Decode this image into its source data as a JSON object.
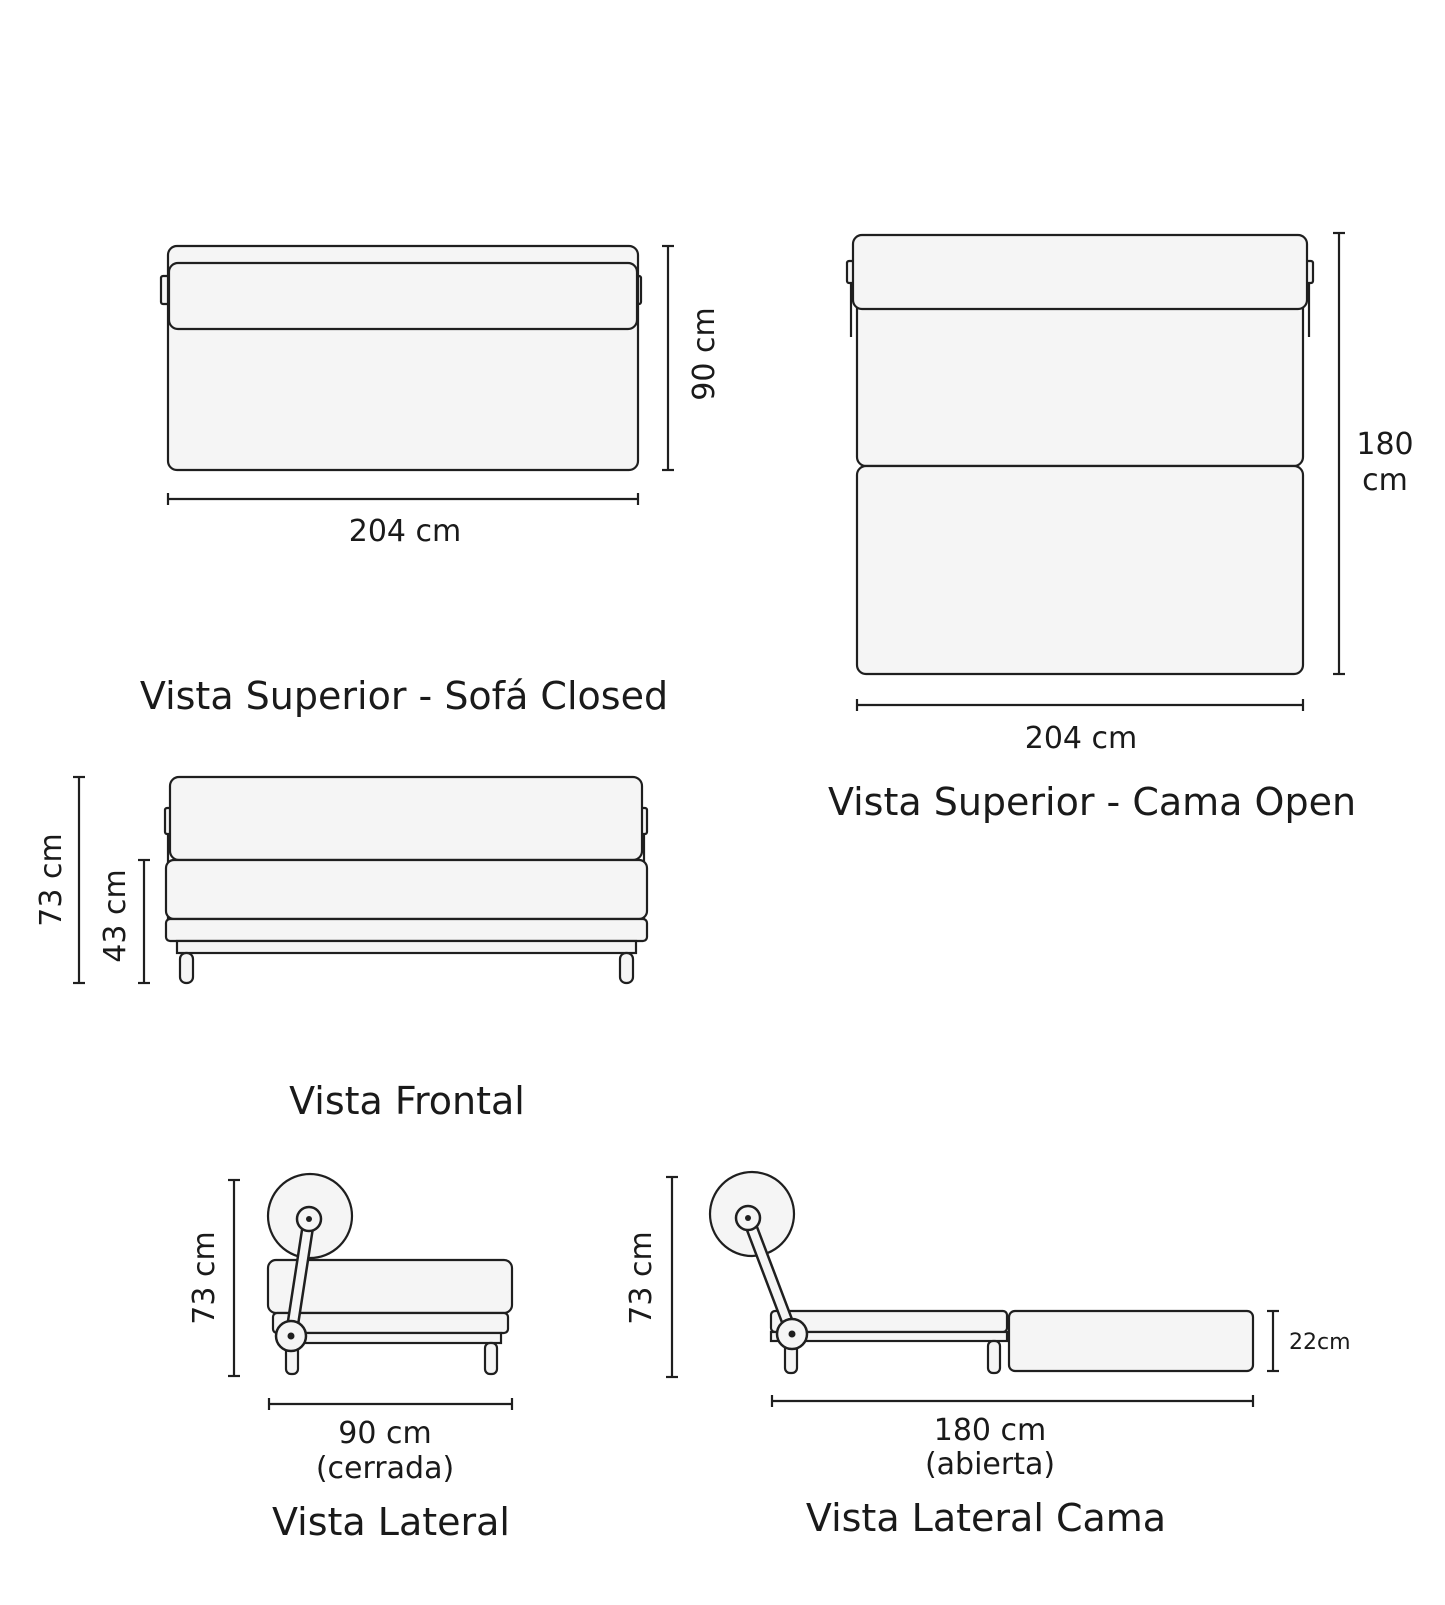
{
  "views": {
    "top_closed": {
      "title": "Vista Superior - Sofá Closed",
      "width_label": "204 cm",
      "depth_label": "90 cm"
    },
    "top_open": {
      "title": "Vista Superior - Cama Open",
      "width_label": "204 cm",
      "depth_label_line1": "180",
      "depth_label_line2": "cm"
    },
    "front": {
      "title": "Vista Frontal",
      "height_label": "73 cm",
      "seat_height_label": "43 cm"
    },
    "side": {
      "title": "Vista Lateral",
      "height_label": "73 cm",
      "depth_label": "90 cm",
      "depth_note": "(cerrada)"
    },
    "side_bed": {
      "title": "Vista Lateral Cama",
      "height_label": "73 cm",
      "mattress_label": "22cm",
      "length_label": "180 cm",
      "length_note": "(abierta)"
    }
  }
}
